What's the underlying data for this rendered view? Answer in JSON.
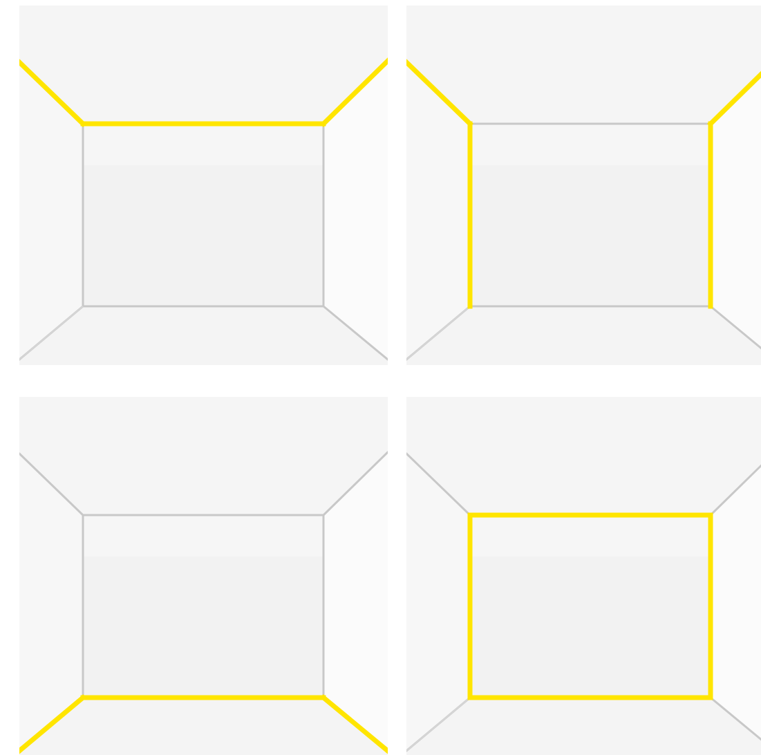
{
  "colors": {
    "highlight": "#ffe500",
    "room_edge": "#c8c8c8",
    "ceiling": "#f5f5f5",
    "back_wall": "#f2f2f2",
    "side_wall": "#f8f8f8",
    "floor": "#f4f4f4"
  },
  "panels": [
    {
      "highlight": [
        "top-back-edge",
        "left-ceiling-edge",
        "right-ceiling-edge"
      ]
    },
    {
      "highlight": [
        "left-ceiling-edge",
        "right-ceiling-edge",
        "left-back-edge",
        "right-back-edge"
      ]
    },
    {
      "highlight": [
        "bottom-back-edge",
        "left-floor-edge",
        "right-floor-edge"
      ]
    },
    {
      "highlight": [
        "top-back-edge",
        "bottom-back-edge",
        "left-back-edge",
        "right-back-edge"
      ]
    }
  ]
}
